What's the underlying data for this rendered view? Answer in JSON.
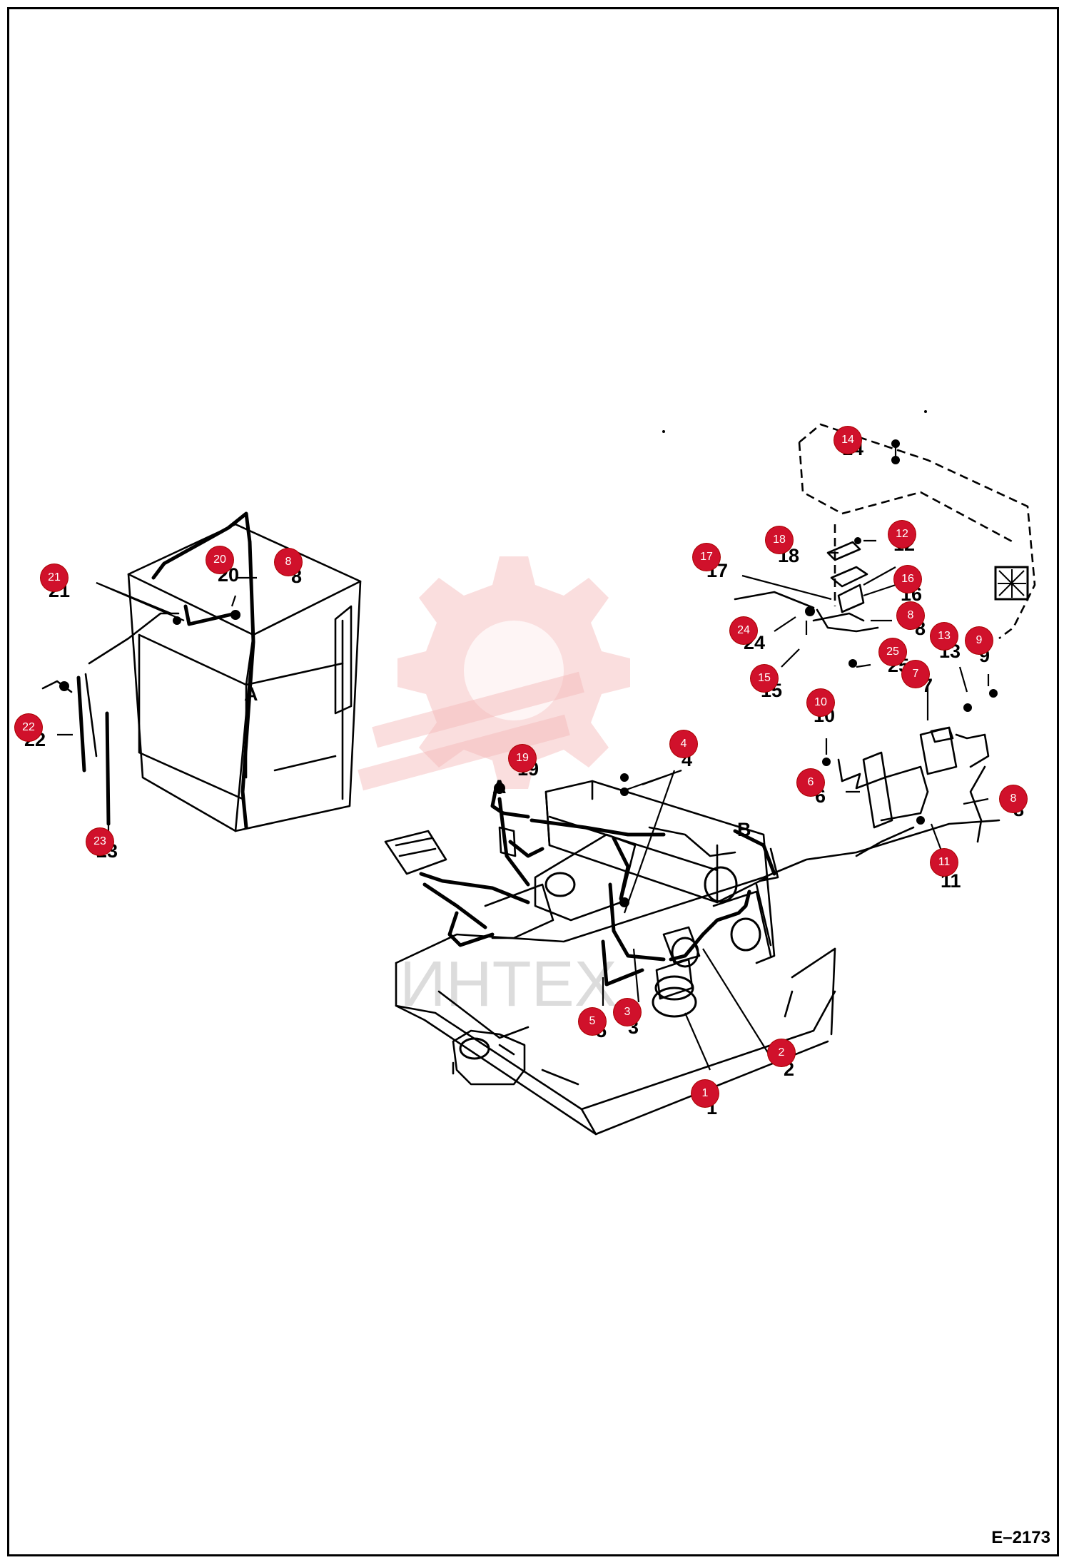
{
  "document_code": "E–2173",
  "watermark_text": "ИНТЕХ",
  "callouts": [
    {
      "id": "callout-14",
      "number": "14"
    },
    {
      "id": "callout-12",
      "number": "12"
    },
    {
      "id": "callout-18",
      "number": "18"
    },
    {
      "id": "callout-17",
      "number": "17"
    },
    {
      "id": "callout-16",
      "number": "16"
    },
    {
      "id": "callout-8-upper",
      "number": "8"
    },
    {
      "id": "callout-24",
      "number": "24"
    },
    {
      "id": "callout-13",
      "number": "13"
    },
    {
      "id": "callout-9",
      "number": "9"
    },
    {
      "id": "callout-25",
      "number": "25"
    },
    {
      "id": "callout-7",
      "number": "7"
    },
    {
      "id": "callout-15",
      "number": "15"
    },
    {
      "id": "callout-10",
      "number": "10"
    },
    {
      "id": "callout-6",
      "number": "6"
    },
    {
      "id": "callout-8-right",
      "number": "8"
    },
    {
      "id": "callout-11",
      "number": "11"
    },
    {
      "id": "callout-4",
      "number": "4"
    },
    {
      "id": "callout-19",
      "number": "19"
    },
    {
      "id": "callout-5",
      "number": "5"
    },
    {
      "id": "callout-3",
      "number": "3"
    },
    {
      "id": "callout-2",
      "number": "2"
    },
    {
      "id": "callout-1",
      "number": "1"
    },
    {
      "id": "callout-20",
      "number": "20"
    },
    {
      "id": "callout-8-cab",
      "number": "8"
    },
    {
      "id": "callout-21",
      "number": "21"
    },
    {
      "id": "callout-22",
      "number": "22"
    },
    {
      "id": "callout-23",
      "number": "23"
    }
  ],
  "labels": {
    "l14": "14",
    "l12": "12",
    "l18": "18",
    "l17": "17",
    "l16": "16",
    "l8a": "8",
    "l24": "24",
    "l13": "13",
    "l9": "9",
    "l25": "25",
    "l7": "7",
    "l15": "15",
    "l10": "10",
    "l6": "6",
    "l8b": "8",
    "l11": "11",
    "l4": "4",
    "l19": "19",
    "l5": "5",
    "l3": "3",
    "l2": "2",
    "l1": "1",
    "l20": "20",
    "l8c": "8",
    "l21": "21",
    "l22": "22",
    "l23": "23",
    "lA1": "A",
    "lA2": "A",
    "lB": "B"
  }
}
